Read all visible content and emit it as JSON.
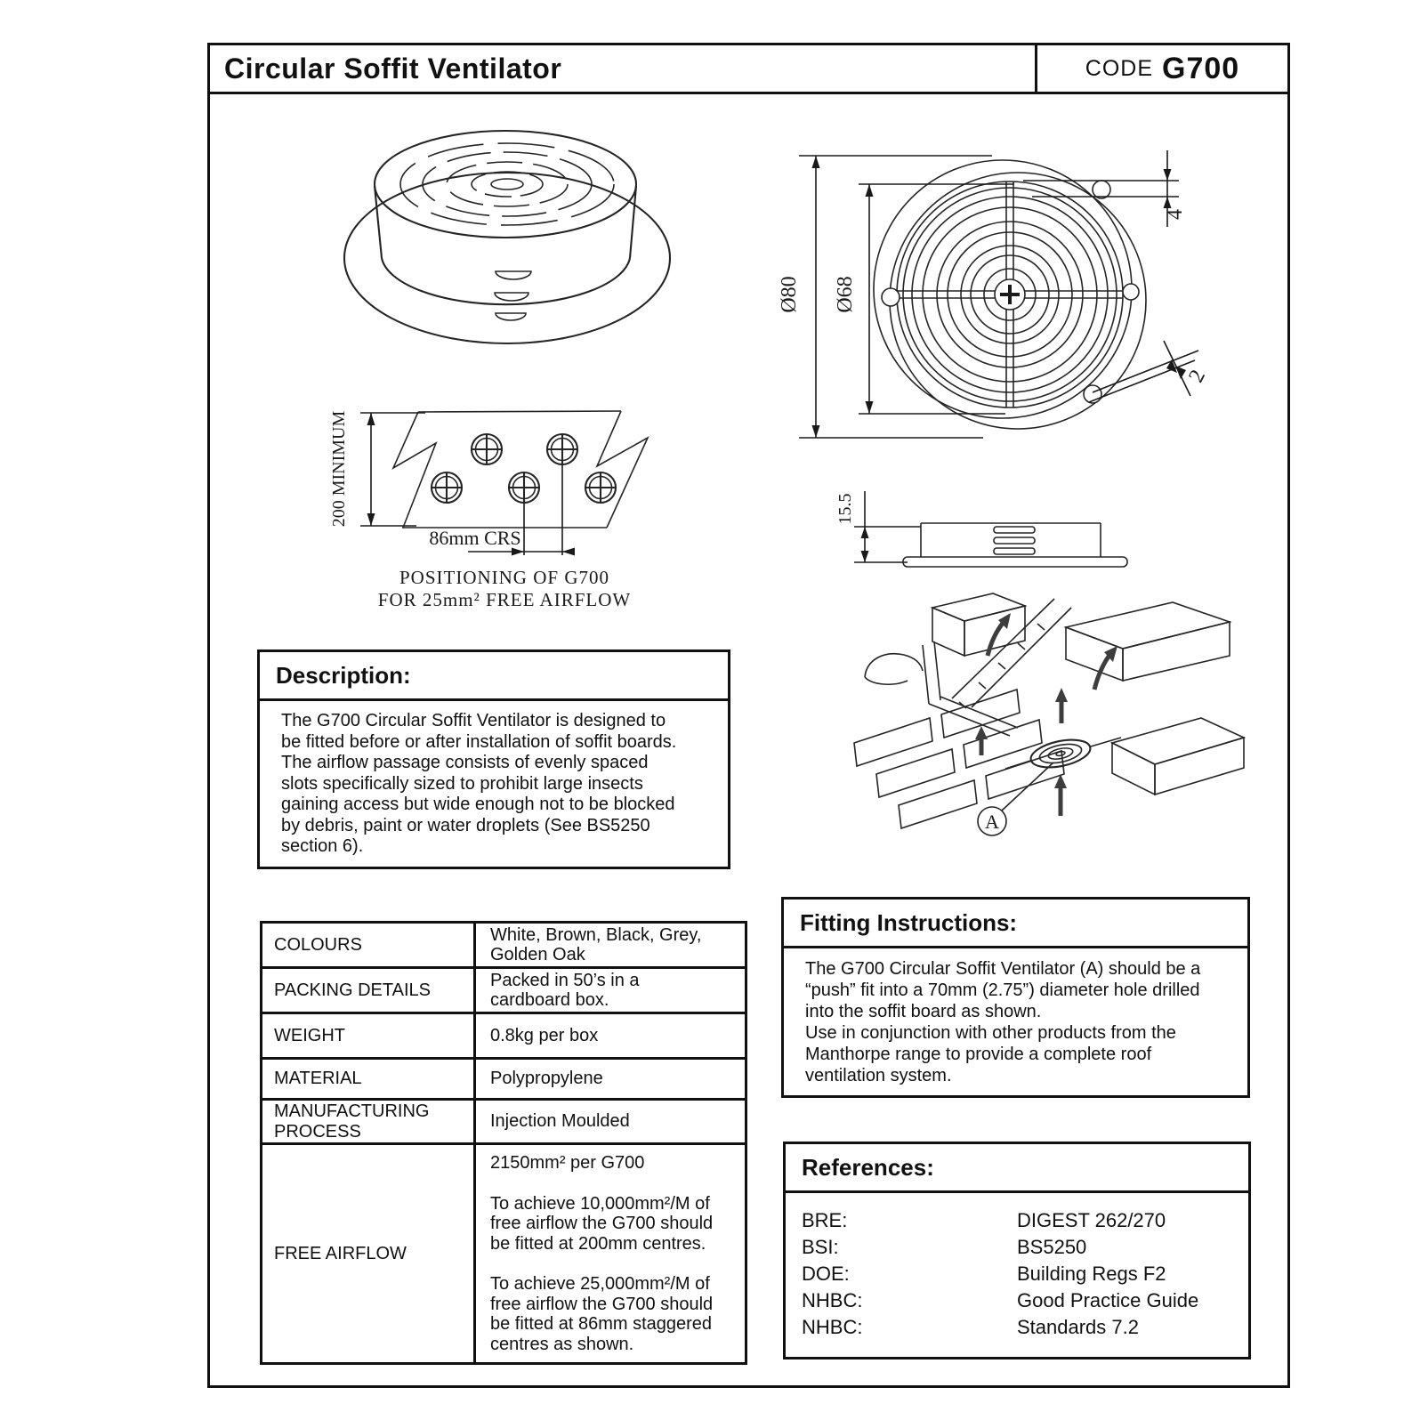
{
  "header": {
    "title": "Circular Soffit Ventilator",
    "code_label": "CODE",
    "code_value": "G700"
  },
  "positioning_diagram": {
    "dim_height": "200 MINIMUM",
    "dim_centres": "86mm CRS",
    "caption_line1": "POSITIONING OF G700",
    "caption_line2": "FOR 25mm² FREE AIRFLOW"
  },
  "top_view": {
    "dim_outer_diameter": "Ø80",
    "dim_inner_diameter": "Ø68",
    "dim_rim_height": "4",
    "dim_edge_thickness": "2"
  },
  "side_view": {
    "dim_depth": "15.5"
  },
  "installation_view": {
    "callout": "A"
  },
  "description": {
    "title": "Description:",
    "lines": [
      "The G700 Circular Soffit Ventilator is designed to",
      "be fitted before or after installation of soffit boards.",
      "The airflow passage consists of evenly spaced",
      "slots specifically sized to prohibit large insects",
      "gaining access but wide enough not to be blocked",
      "by debris, paint or water droplets (See BS5250",
      "section 6)."
    ]
  },
  "spec_table": {
    "rows": [
      {
        "label": "COLOURS",
        "value_lines": [
          "White, Brown, Black, Grey,",
          "Golden Oak"
        ]
      },
      {
        "label": "PACKING DETAILS",
        "value_lines": [
          "Packed in 50’s in a",
          "cardboard box."
        ]
      },
      {
        "label": "WEIGHT",
        "value": "0.8kg per box"
      },
      {
        "label": "MATERIAL",
        "value": "Polypropylene"
      },
      {
        "label": "MANUFACTURING PROCESS",
        "value": "Injection Moulded"
      },
      {
        "label": "FREE AIRFLOW",
        "value_paragraphs": [
          [
            "2150mm² per G700"
          ],
          [
            "To achieve 10,000mm²/M of",
            "free airflow the G700 should",
            "be fitted at 200mm centres."
          ],
          [
            "To achieve 25,000mm²/M of",
            "free airflow the G700 should",
            "be fitted at 86mm staggered",
            "centres as shown."
          ]
        ]
      }
    ]
  },
  "fitting": {
    "title": "Fitting Instructions:",
    "lines": [
      "The G700 Circular Soffit Ventilator (A) should be a",
      "“push” fit into a 70mm (2.75”) diameter hole drilled",
      "into the soffit board as shown.",
      "Use in conjunction with other products from the",
      "Manthorpe range to provide a complete roof",
      "ventilation system."
    ]
  },
  "references": {
    "title": "References:",
    "items": [
      {
        "org": "BRE:",
        "doc": "DIGEST 262/270"
      },
      {
        "org": "BSI:",
        "doc": "BS5250"
      },
      {
        "org": "DOE:",
        "doc": "Building Regs F2"
      },
      {
        "org": "NHBC:",
        "doc": "Good Practice Guide"
      },
      {
        "org": "NHBC:",
        "doc": "Standards 7.2"
      }
    ]
  }
}
